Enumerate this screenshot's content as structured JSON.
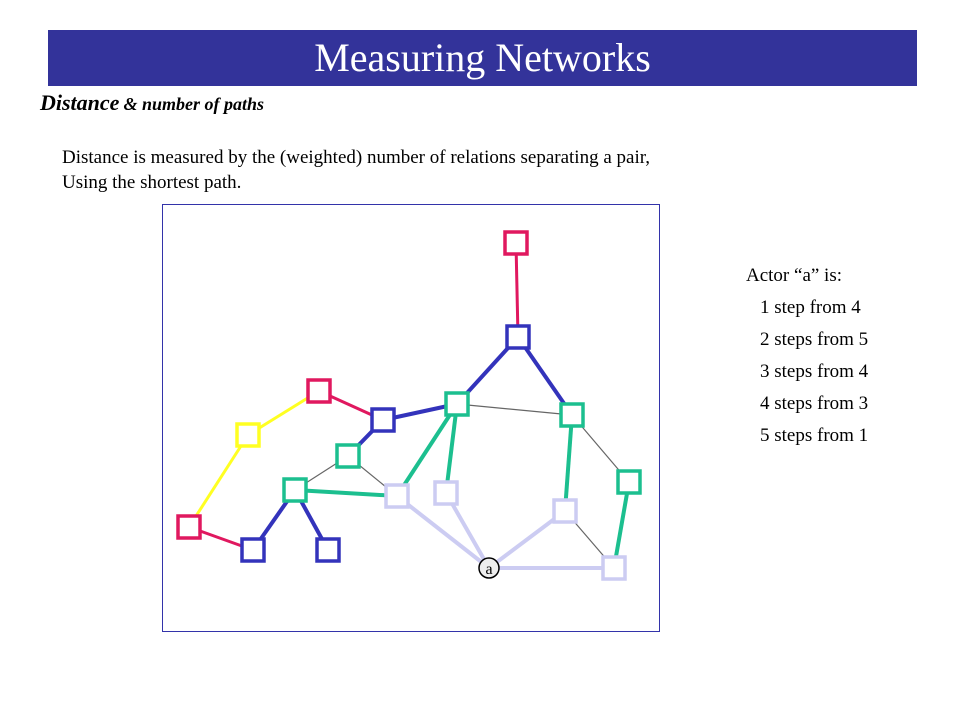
{
  "slide": {
    "title": "Measuring Networks",
    "subtitle_main": "Distance",
    "subtitle_rest": "& number of paths",
    "description_line1": "Distance is measured by the (weighted) number of relations separating a pair,",
    "description_line2": "Using the shortest path."
  },
  "diagram": {
    "actor_label": "a",
    "colors": {
      "red": "#e0185f",
      "blue": "#3333bb",
      "teal": "#1cbf8f",
      "yellow": "#ffff22",
      "lavender": "#ccccf2",
      "gray": "#666666"
    }
  },
  "legend": {
    "heading": "Actor “a” is:",
    "items": [
      "1 step from 4",
      "2 steps from 5",
      "3 steps from 4",
      "4 steps from 3",
      "5 steps from 1"
    ]
  }
}
